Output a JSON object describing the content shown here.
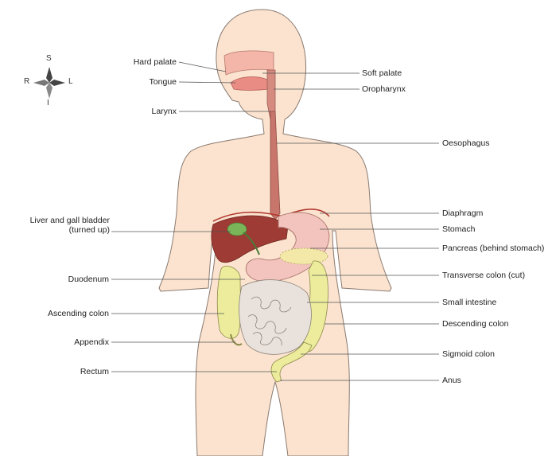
{
  "colors": {
    "skin": "#fbe3cf",
    "skin_stroke": "#8a7a70",
    "liver": "#9e3b34",
    "gall_bladder": "#7bb55a",
    "stomach": "#f2c4bd",
    "colon": "#ecec9c",
    "colon_stroke": "#8d8a4a",
    "intestine": "#e9e2dc",
    "pancreas": "#f3e8a8",
    "oesophagus": "#c8766b",
    "leader": "#555555"
  },
  "compass": {
    "superior": "S",
    "inferior": "I",
    "right": "R",
    "left": "L"
  },
  "labels": {
    "left": {
      "hard_palate": "Hard palate",
      "tongue": "Tongue",
      "larynx": "Larynx",
      "liver_line1": "Liver and gall bladder",
      "liver_line2": "(turned up)",
      "duodenum": "Duodenum",
      "ascending_colon": "Ascending colon",
      "appendix": "Appendix",
      "rectum": "Rectum"
    },
    "right": {
      "soft_palate": "Soft palate",
      "oropharynx": "Oropharynx",
      "oesophagus": "Oesophagus",
      "diaphragm": "Diaphragm",
      "stomach": "Stomach",
      "pancreas": "Pancreas (behind stomach)",
      "transverse_colon": "Transverse colon (cut)",
      "small_intestine": "Small intestine",
      "descending_colon": "Descending colon",
      "sigmoid_colon": "Sigmoid colon",
      "anus": "Anus"
    }
  }
}
